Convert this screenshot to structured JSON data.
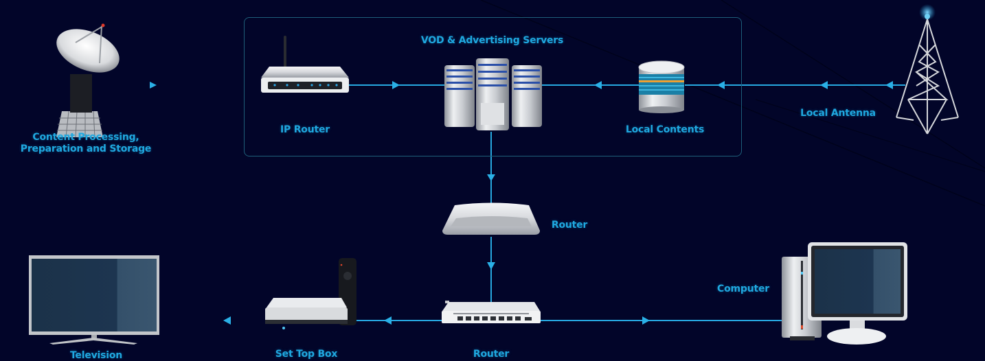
{
  "diagram": {
    "title": "IPTV / VOD network topology",
    "colors": {
      "background": "#020529",
      "link": "#27a9e1",
      "label": "#1fa8e0",
      "group_border": "#1e5f7a",
      "device_silver": "#d8dadd",
      "screen": "#1c3248",
      "storage_orange": "#f0a030",
      "storage_teal": "#1a8fb0"
    },
    "group": {
      "label": "VOD & Advertising Servers"
    },
    "nodes": [
      {
        "id": "content-processing",
        "label_line1": "Content Processing,",
        "label_line2": "Preparation and Storage",
        "icon": "satellite-dish-icon"
      },
      {
        "id": "ip-router",
        "label": "IP Router",
        "icon": "wireless-router-icon"
      },
      {
        "id": "vod-servers",
        "label": "VOD & Advertising Servers",
        "icon": "server-cluster-icon"
      },
      {
        "id": "local-contents",
        "label": "Local Contents",
        "icon": "database-icon"
      },
      {
        "id": "local-antenna",
        "label": "Local Antenna",
        "icon": "broadcast-tower-icon"
      },
      {
        "id": "router-mid",
        "label": "Router",
        "icon": "router-icon"
      },
      {
        "id": "router-bottom",
        "label": "Router",
        "icon": "network-switch-icon"
      },
      {
        "id": "set-top-box",
        "label": "Set Top Box",
        "icon": "set-top-box-icon"
      },
      {
        "id": "television",
        "label": "Television",
        "icon": "television-icon"
      },
      {
        "id": "computer",
        "label": "Computer",
        "icon": "desktop-computer-icon"
      }
    ],
    "edges": [
      {
        "from": "content-processing",
        "to": "ip-router",
        "direction": "right"
      },
      {
        "from": "ip-router",
        "to": "vod-servers",
        "direction": "right"
      },
      {
        "from": "local-contents",
        "to": "vod-servers",
        "direction": "left"
      },
      {
        "from": "local-antenna",
        "to": "local-contents",
        "direction": "left"
      },
      {
        "from": "vod-servers",
        "to": "router-mid",
        "direction": "down"
      },
      {
        "from": "router-mid",
        "to": "router-bottom",
        "direction": "down"
      },
      {
        "from": "router-bottom",
        "to": "set-top-box",
        "direction": "left"
      },
      {
        "from": "set-top-box",
        "to": "television",
        "direction": "left"
      },
      {
        "from": "router-bottom",
        "to": "computer",
        "direction": "right"
      }
    ]
  }
}
